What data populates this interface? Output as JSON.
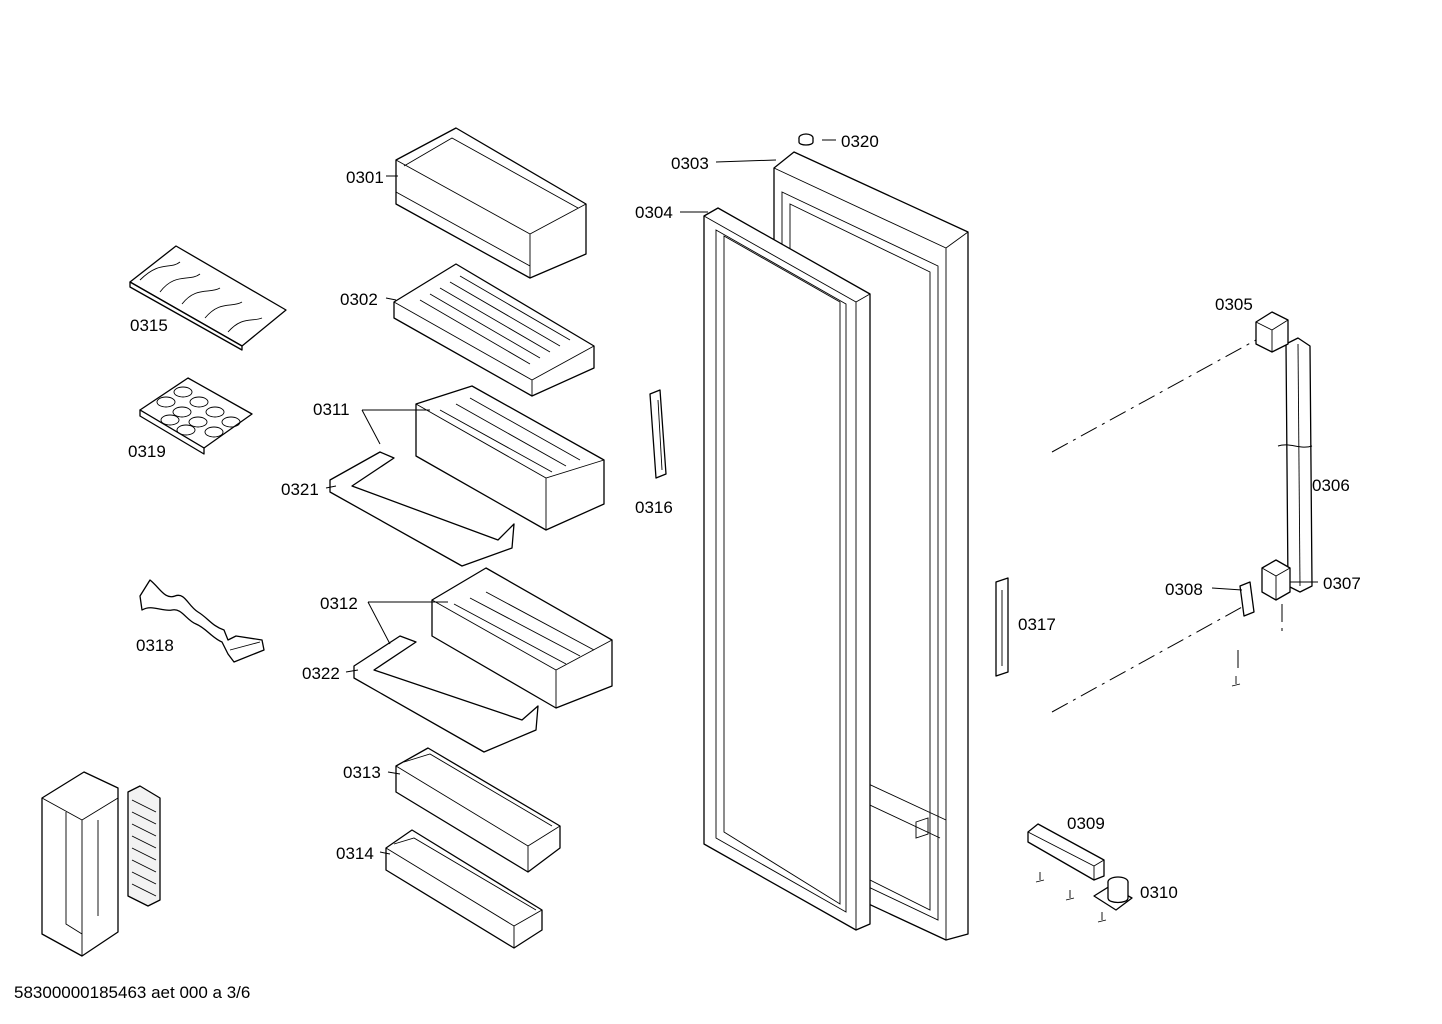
{
  "footer": {
    "doc_code": "58300000185463 aet 000 a 3/6"
  },
  "parts": {
    "p0301": "0301",
    "p0302": "0302",
    "p0303": "0303",
    "p0304": "0304",
    "p0305": "0305",
    "p0306": "0306",
    "p0307": "0307",
    "p0308": "0308",
    "p0309": "0309",
    "p0310": "0310",
    "p0311": "0311",
    "p0312": "0312",
    "p0313": "0313",
    "p0314": "0314",
    "p0315": "0315",
    "p0316": "0316",
    "p0317": "0317",
    "p0318": "0318",
    "p0319": "0319",
    "p0320": "0320",
    "p0321": "0321",
    "p0322": "0322"
  }
}
